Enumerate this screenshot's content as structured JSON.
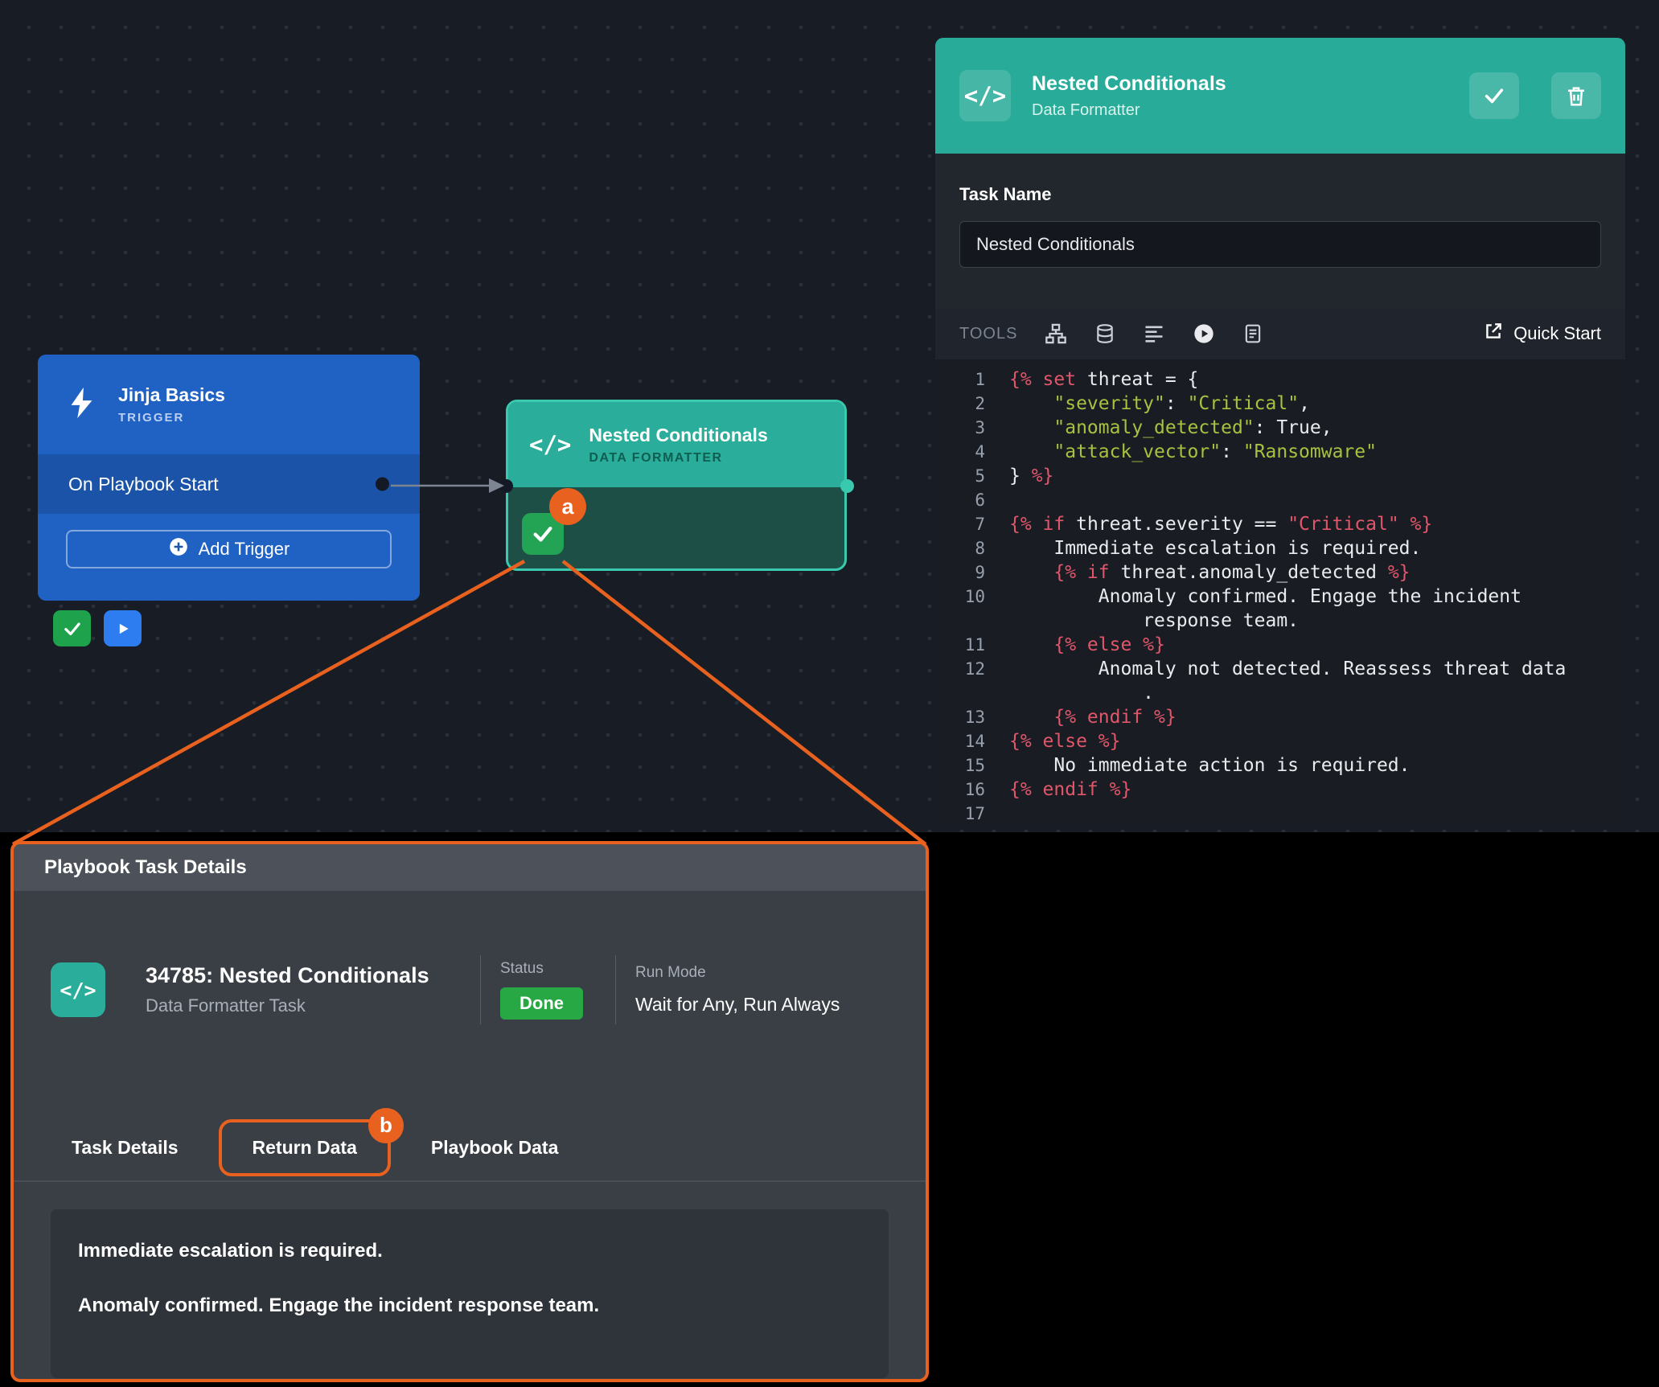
{
  "colors": {
    "accent_teal": "#28ab99",
    "annotation_orange": "#e8611f",
    "node_blue": "#2061c4",
    "status_green": "#28a745",
    "jinja_token": "#e0566a",
    "string_token": "#a8c13f"
  },
  "icons": {
    "code_glyph": "</>"
  },
  "canvas": {
    "trigger": {
      "title": "Jinja Basics",
      "type_label": "TRIGGER",
      "row_label": "On Playbook Start",
      "add_trigger_label": "Add Trigger"
    },
    "formatter": {
      "title": "Nested Conditionals",
      "type_label": "DATA FORMATTER"
    },
    "badge_a": "a"
  },
  "panel": {
    "header": {
      "title": "Nested Conditionals",
      "subtitle": "Data Formatter"
    },
    "task_name_label": "Task Name",
    "task_name_value": "Nested Conditionals",
    "toolbar": {
      "tools_label": "TOOLS",
      "quick_start": "Quick Start"
    }
  },
  "editor": {
    "lines": [
      {
        "n": "1",
        "segs": [
          [
            "j",
            "{% set "
          ],
          [
            "p",
            "threat = {"
          ]
        ]
      },
      {
        "n": "2",
        "segs": [
          [
            "p",
            "    "
          ],
          [
            "s",
            "\"severity\""
          ],
          [
            "p",
            ": "
          ],
          [
            "s",
            "\"Critical\""
          ],
          [
            "p",
            ","
          ]
        ]
      },
      {
        "n": "3",
        "segs": [
          [
            "p",
            "    "
          ],
          [
            "s",
            "\"anomaly_detected\""
          ],
          [
            "p",
            ": True,"
          ]
        ]
      },
      {
        "n": "4",
        "segs": [
          [
            "p",
            "    "
          ],
          [
            "s",
            "\"attack_vector\""
          ],
          [
            "p",
            ": "
          ],
          [
            "s",
            "\"Ransomware\""
          ]
        ]
      },
      {
        "n": "5",
        "segs": [
          [
            "p",
            "} "
          ],
          [
            "j",
            "%}"
          ]
        ]
      },
      {
        "n": "6",
        "segs": []
      },
      {
        "n": "7",
        "segs": [
          [
            "j",
            "{% if "
          ],
          [
            "p",
            "threat.severity == "
          ],
          [
            "j",
            "\"Critical\" %}"
          ]
        ]
      },
      {
        "n": "8",
        "segs": [
          [
            "p",
            "    Immediate escalation is required."
          ]
        ]
      },
      {
        "n": "9",
        "segs": [
          [
            "p",
            "    "
          ],
          [
            "j",
            "{% if "
          ],
          [
            "p",
            "threat.anomaly_detected "
          ],
          [
            "j",
            "%}"
          ]
        ]
      },
      {
        "n": "10",
        "segs": [
          [
            "p",
            "        Anomaly confirmed. Engage the incident\n            response team."
          ]
        ]
      },
      {
        "n": "11",
        "segs": [
          [
            "p",
            "    "
          ],
          [
            "j",
            "{% else %}"
          ]
        ]
      },
      {
        "n": "12",
        "segs": [
          [
            "p",
            "        Anomaly not detected. Reassess threat data\n            ."
          ]
        ]
      },
      {
        "n": "13",
        "segs": [
          [
            "p",
            "    "
          ],
          [
            "j",
            "{% endif %}"
          ]
        ]
      },
      {
        "n": "14",
        "segs": [
          [
            "j",
            "{% else %}"
          ]
        ]
      },
      {
        "n": "15",
        "segs": [
          [
            "p",
            "    No immediate action is required."
          ]
        ]
      },
      {
        "n": "16",
        "segs": [
          [
            "j",
            "{% endif %}"
          ]
        ]
      },
      {
        "n": "17",
        "segs": []
      }
    ]
  },
  "modal": {
    "title": "Playbook Task Details",
    "task_title": "34785: Nested Conditionals",
    "task_subtitle": "Data Formatter Task",
    "status_label": "Status",
    "status_value": "Done",
    "run_mode_label": "Run Mode",
    "run_mode_value": "Wait for Any, Run Always",
    "tabs": [
      "Task Details",
      "Return Data",
      "Playbook Data"
    ],
    "badge_b": "b",
    "output_lines": [
      "Immediate escalation is required.",
      "Anomaly confirmed. Engage the incident response team."
    ]
  }
}
